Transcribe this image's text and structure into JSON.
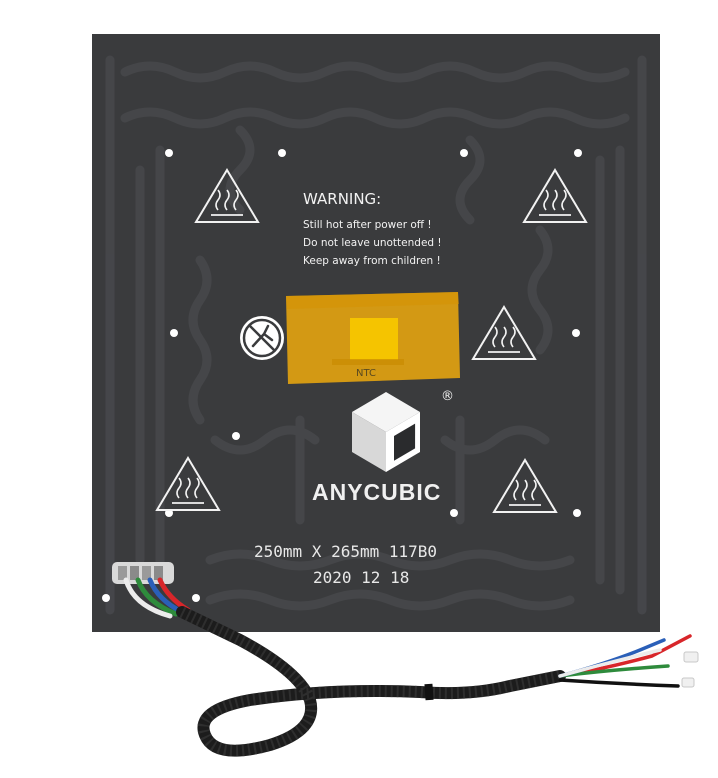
{
  "product": {
    "warning": {
      "title": "WARNING:",
      "lines": [
        "Still hot after power off !",
        "Do not leave unottended !",
        "Keep away from children !"
      ]
    },
    "thermistor_label": "NTC",
    "registered_mark": "®",
    "brand": "ANYCUBIC",
    "size_label": "250mm X 265mm 117B0",
    "date_label": "2020 12 18"
  },
  "colors": {
    "background": "#ffffff",
    "plate": "#3a3b3d",
    "trace": "#4a4b4e",
    "print": "#f2f2f2",
    "kapton_tape": "#e8a60f",
    "sensor_pad": "#f5c400",
    "cable_sleeve": "#1c1c1c",
    "wire_red": "#d8262a",
    "wire_green": "#2e8b3c",
    "wire_blue": "#2a5fb8",
    "wire_white": "#ececec"
  },
  "icons": {
    "hot_surface": "hot-surface-warning-icon",
    "no_touch": "no-touch-prohibition-icon",
    "logo": "anycubic-cube-logo-icon"
  }
}
